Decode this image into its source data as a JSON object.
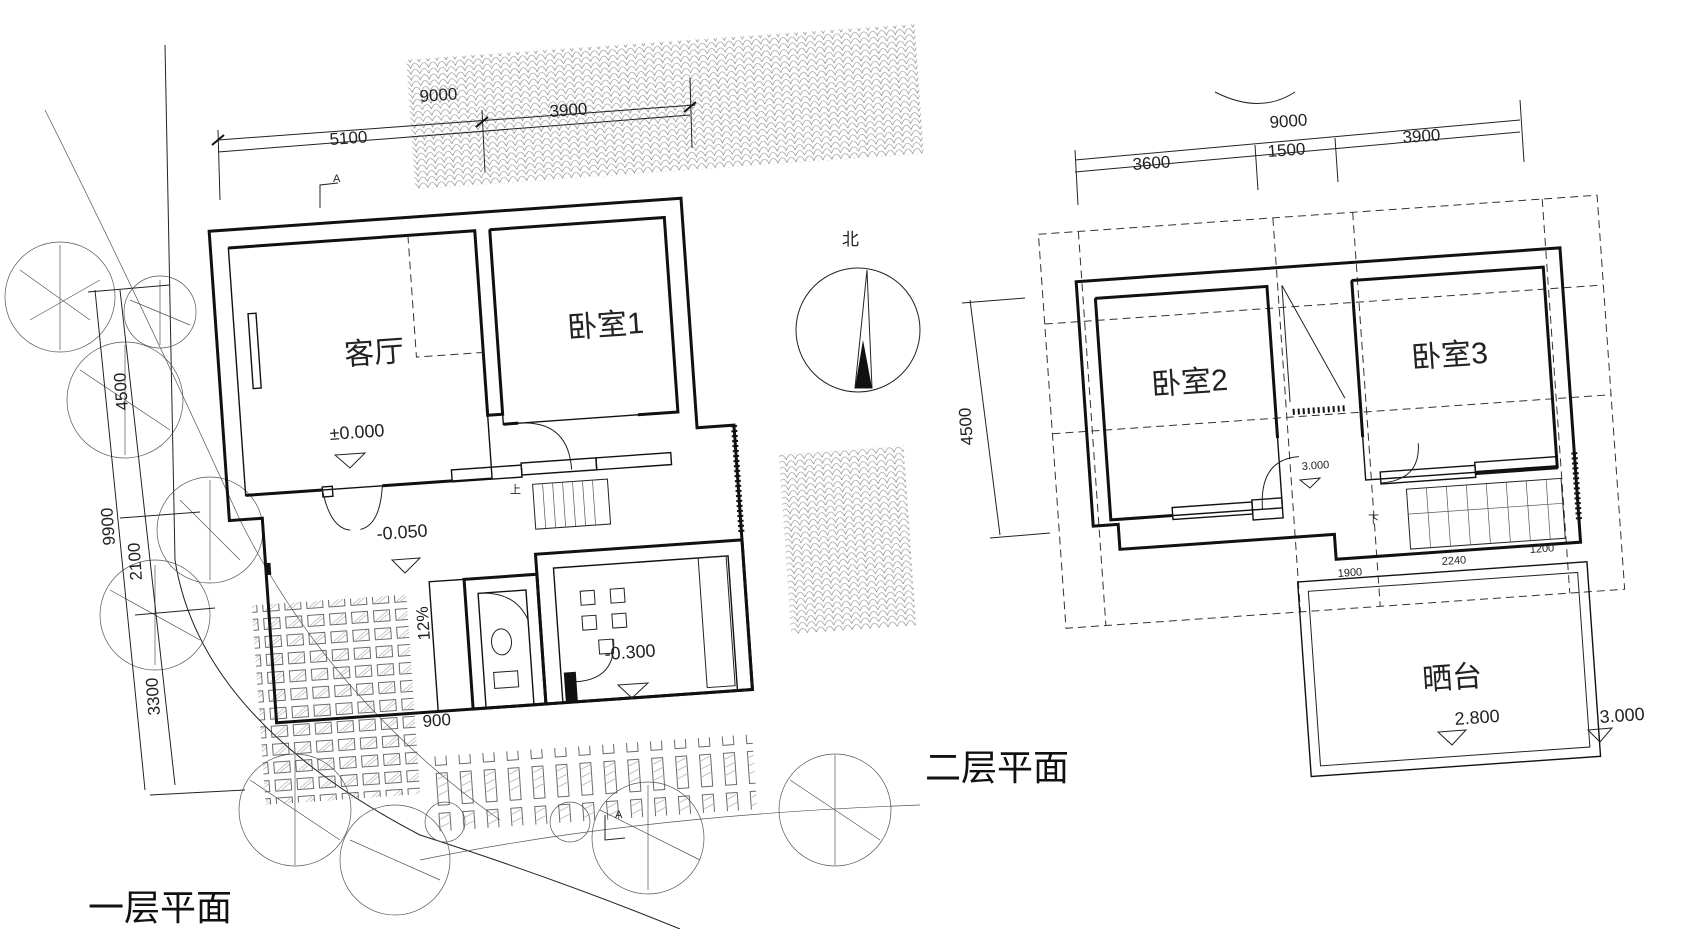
{
  "plans": {
    "first_floor": {
      "title": "一层平面",
      "rooms": {
        "living": "客厅",
        "bedroom1": "卧室1"
      },
      "levels": {
        "living": "±0.000",
        "entry": "-0.050",
        "kitchen": "-0.300"
      },
      "dims_top": {
        "total": "9000",
        "a": "5100",
        "b": "3900"
      },
      "dims_left": {
        "total": "9900",
        "a": "4500",
        "b": "2100",
        "c": "3300"
      },
      "ramp_slope": "12%",
      "ramp_width": "900",
      "section_mark": "A",
      "stair_up": "上"
    },
    "second_floor": {
      "title": "二层平面",
      "rooms": {
        "bedroom2": "卧室2",
        "bedroom3": "卧室3",
        "terrace": "晒台"
      },
      "levels": {
        "landing": "3.000",
        "terrace": "2.800",
        "terrace_edge": "3.000"
      },
      "dims_top": {
        "total": "9000",
        "a": "3600",
        "b": "1500",
        "c": "3900"
      },
      "dims_left": {
        "a": "4500"
      },
      "dims_stair": {
        "a": "1900",
        "b": "2240",
        "c": "1200"
      },
      "stair_down": "下"
    },
    "compass": {
      "north_label": "北"
    }
  }
}
